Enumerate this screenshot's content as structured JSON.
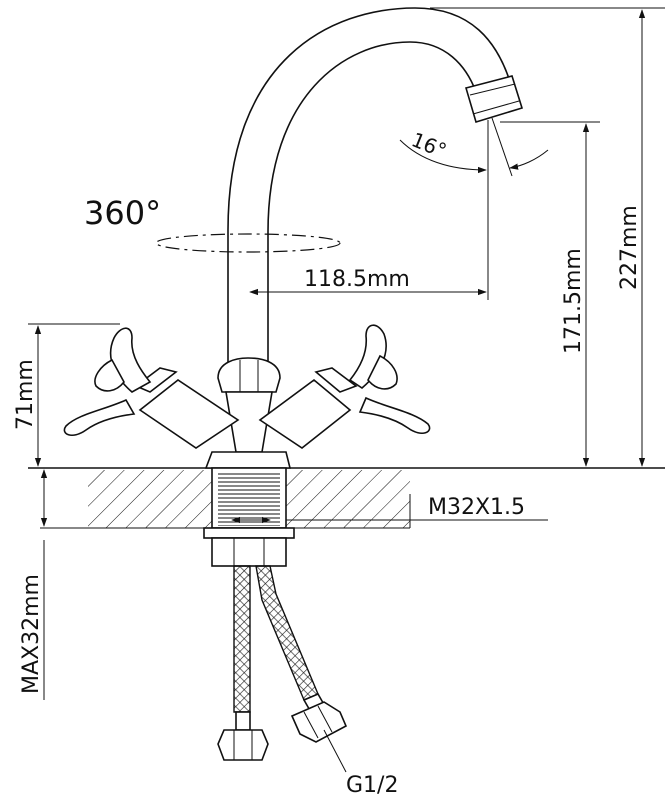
{
  "labels": {
    "rotation": "360°",
    "angle": "16°",
    "reach": "118.5mm",
    "spout_height": "171.5mm",
    "total_height": "227mm",
    "handle_height": "71mm",
    "thread": "M32X1.5",
    "counter_thickness": "MAX32mm",
    "hose_connection": "G1/2"
  },
  "colors": {
    "line": "#111111",
    "background": "#ffffff"
  }
}
